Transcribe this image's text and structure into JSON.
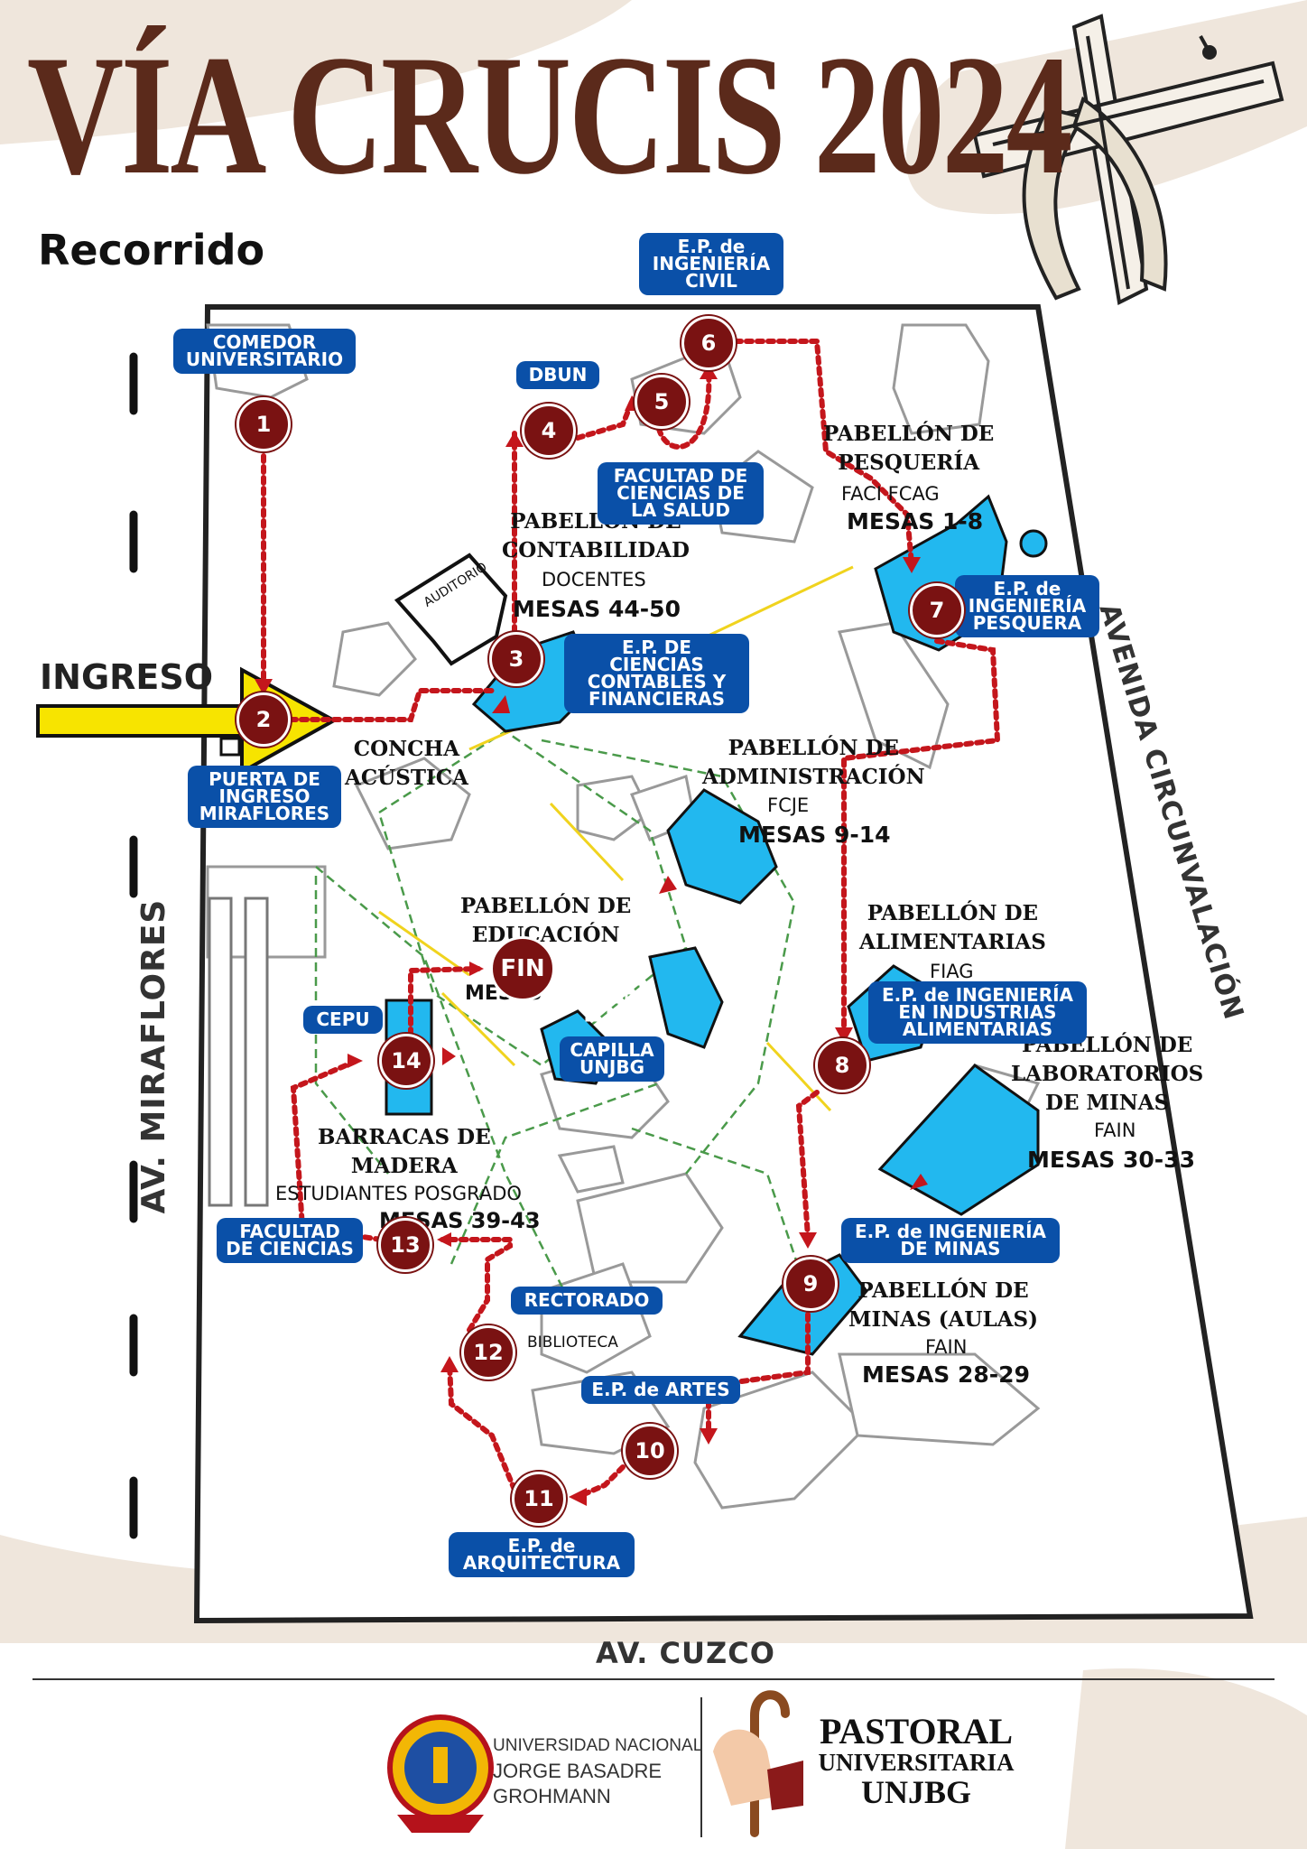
{
  "header": {
    "title": "VÍA CRUCIS 2024",
    "subtitle": "Recorrido"
  },
  "entrance": {
    "label": "INGRESO"
  },
  "streets": {
    "left": "AV. MIRAFLORES",
    "right": "AVENIDA CIRCUNVALACIÓN",
    "bottom": "AV. CUZCO"
  },
  "labels": {
    "comedor": "COMEDOR\nUNIVERSITARIO",
    "dbun": "DBUN",
    "civil": "E.P. de\nINGENIERÍA\nCIVIL",
    "salud": "FACULTAD DE\nCIENCIAS DE\nLA SALUD",
    "contables": "E.P. DE CIENCIAS\nCONTABLES Y\nFINANCIERAS",
    "pesquera": "E.P. de\nINGENIERÍA\nPESQUERA",
    "puerta": "PUERTA DE\nINGRESO\nMIRAFLORES",
    "alimentarias": "E.P. de INGENIERÍA\nEN INDUSTRIAS\nALIMENTARIAS",
    "cepu": "CEPU",
    "capilla": "CAPILLA\nUNJBG",
    "ciencias": "FACULTAD\nDE CIENCIAS",
    "minas": "E.P. de INGENIERÍA\nDE MINAS",
    "rectorado": "RECTORADO",
    "artes": "E.P. de ARTES",
    "arquitectura": "E.P. de\nARQUITECTURA"
  },
  "buildings": {
    "pesqueria": {
      "name": "PABELLÓN DE\nPESQUERÍA",
      "faculty": "FACI   FCAG",
      "tables": "MESAS 1-8"
    },
    "contabilidad": {
      "name": "PABELLÓN DE\nCONTABILIDAD",
      "faculty": "DOCENTES",
      "tables": "MESAS 44-50"
    },
    "auditorio": "AUDITORIO",
    "concha": "CONCHA\nACÚSTICA",
    "administracion": {
      "name": "PABELLÓN DE\nADMINISTRACIÓN",
      "faculty": "FCJE",
      "tables": "MESAS 9-14"
    },
    "educacion": {
      "name": "PABELLÓN DE\nEDUCACIÓN",
      "tables": "MESAS"
    },
    "alimentarias": {
      "name": "PABELLÓN DE\nALIMENTARIAS",
      "faculty": "FIAG"
    },
    "lab_minas": {
      "name": "PABELLÓN DE\nLABORATORIOS\nDE MINAS",
      "faculty": "FAIN",
      "tables": "MESAS 30-33"
    },
    "barracas": {
      "name": "BARRACAS DE\nMADERA",
      "faculty": "ESTUDIANTES  POSGRADO",
      "tables": "MESAS 39-43"
    },
    "minas_aulas": {
      "name": "PABELLÓN DE\nMINAS (AULAS)",
      "faculty": "FAIN",
      "tables": "MESAS  28-29"
    },
    "biblioteca": "BIBLIOTECA"
  },
  "stations": [
    "1",
    "2",
    "3",
    "4",
    "5",
    "6",
    "7",
    "8",
    "9",
    "10",
    "11",
    "12",
    "13",
    "14"
  ],
  "end": "FIN",
  "footer": {
    "uni_line1": "UNIVERSIDAD NACIONAL",
    "uni_line2": "JORGE BASADRE",
    "uni_line3": "GROHMANN",
    "pastoral1": "PASTORAL",
    "pastoral2": "UNIVERSITARIA",
    "pastoral3": "UNJBG"
  },
  "colors": {
    "title": "#5b2a1b",
    "label": "#0a50a8",
    "station": "#7a1212",
    "building": "#22b8ef",
    "route": "#c4161c"
  }
}
